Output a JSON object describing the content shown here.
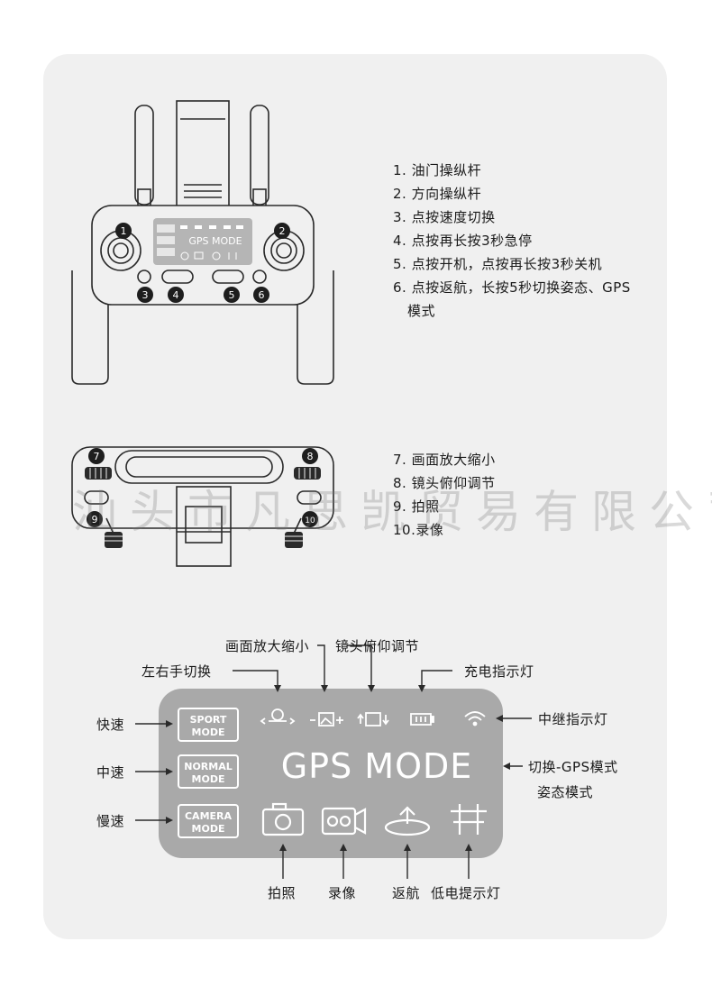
{
  "top_list": [
    "1. 油门操纵杆",
    "2. 方向操纵杆",
    "3. 点按速度切换",
    "4. 点按再长按3秒急停",
    "5. 点按开机，点按再长按3秒关机",
    "6. 点按返航，长按5秒切换姿态、GPS",
    "模式"
  ],
  "mid_list": [
    "7. 画面放大缩小",
    "8. 镜头俯仰调节",
    "9. 拍照",
    "10.录像"
  ],
  "controller_screen_text": "GPS MODE",
  "badges": [
    "1",
    "2",
    "3",
    "4",
    "5",
    "6",
    "7",
    "8",
    "9",
    "10"
  ],
  "display": {
    "mode_text": "GPS MODE",
    "sport": [
      "SPORT",
      "MODE"
    ],
    "normal": [
      "NORMAL",
      "MODE"
    ],
    "camera": [
      "CAMERA",
      "MODE"
    ]
  },
  "labels": {
    "zoom": "画面放大缩小",
    "tilt": "镜头俯仰调节",
    "hand_switch": "左右手切换",
    "charge": "充电指示灯",
    "relay": "中继指示灯",
    "fast": "快速",
    "medium": "中速",
    "slow": "慢速",
    "switch_gps": "切换-GPS模式",
    "attitude": "姿态模式",
    "photo": "拍照",
    "video": "录像",
    "rth": "返航",
    "low_battery": "低电提示灯"
  },
  "watermark": "汕头市凡思凯贸易有限公司",
  "colors": {
    "card": "#f0f0f0",
    "display": "#a9a9a9",
    "line": "#2a2a2a"
  }
}
